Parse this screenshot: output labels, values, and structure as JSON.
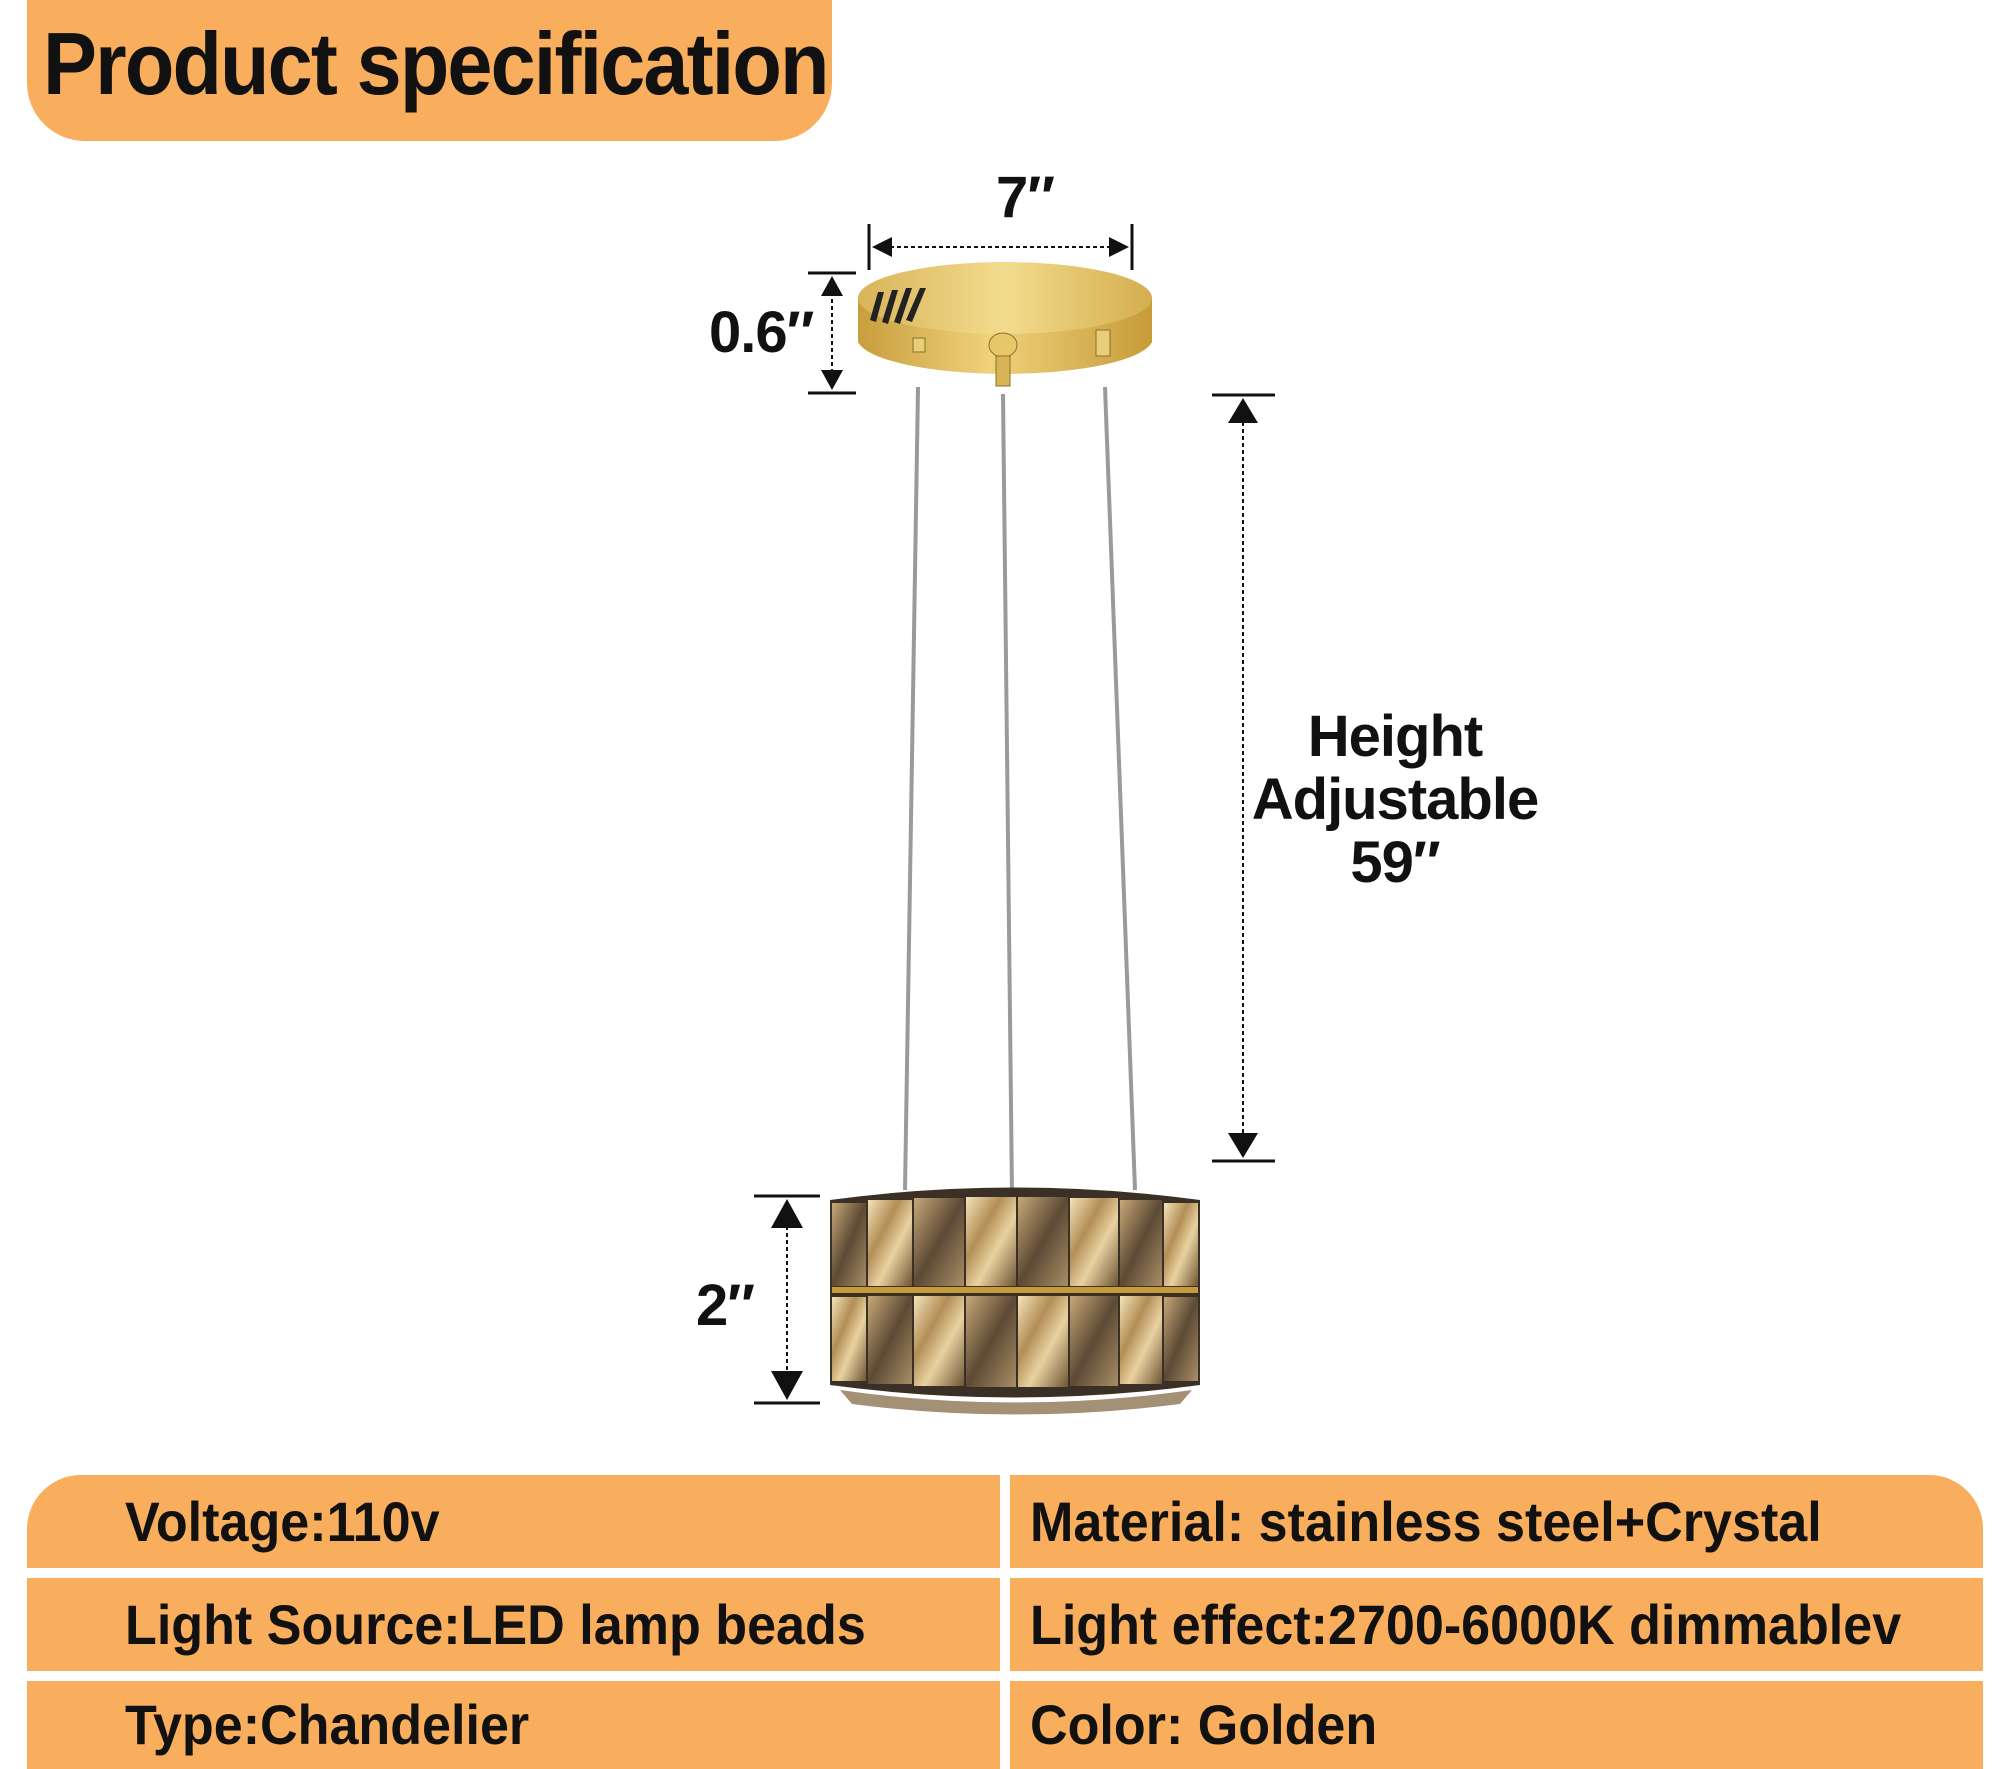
{
  "header": {
    "title": "Product specification"
  },
  "dimensions": {
    "canopy_width": "7″",
    "canopy_height": "0.6″",
    "height_line1": "Height",
    "height_line2": "Adjustable",
    "height_line3": "59″",
    "shade_height": "2″"
  },
  "specs": {
    "voltage": "Voltage:110v",
    "material": "Material: stainless steel+Crystal",
    "light_source": "Light Source:LED lamp beads",
    "light_effect": "Light effect:2700-6000K dimmablev",
    "type": "Type:Chandelier",
    "color": "Color: Golden"
  },
  "colors": {
    "banner": "#F8AE5D",
    "text": "#111111",
    "gold": "#D8B24E"
  }
}
